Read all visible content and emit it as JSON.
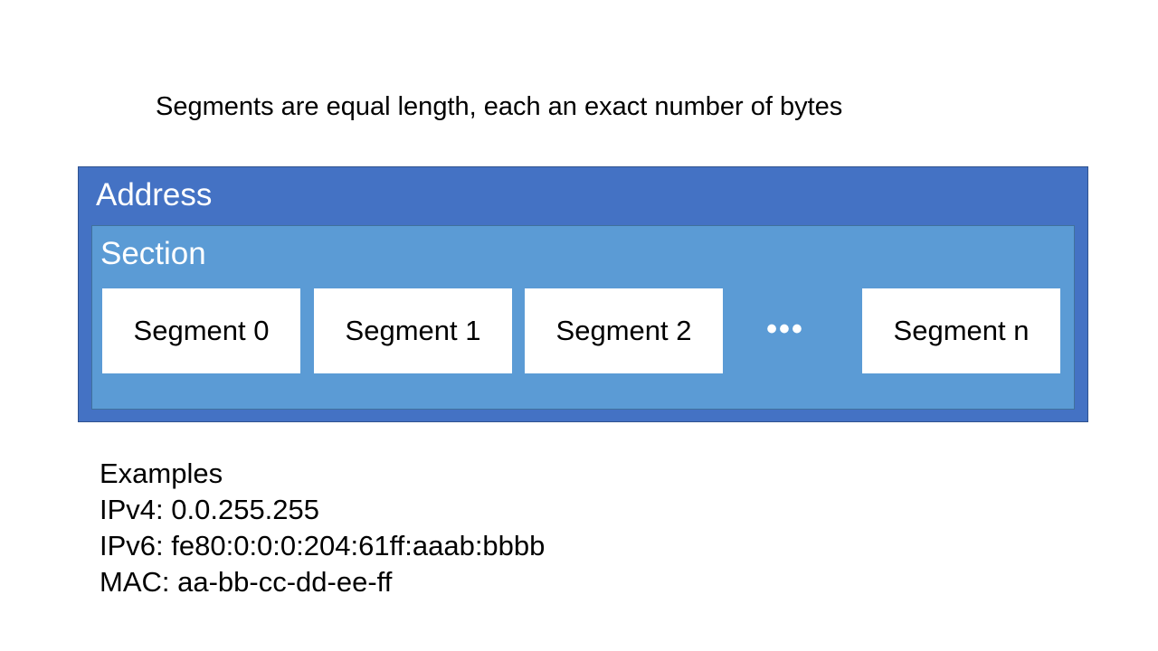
{
  "caption": "Segments are equal length, each an exact number of bytes",
  "address": {
    "label": "Address",
    "color": "#4472c4"
  },
  "section": {
    "label": "Section",
    "color": "#5b9bd5",
    "segments": [
      "Segment 0",
      "Segment 1",
      "Segment 2",
      "Segment n"
    ],
    "ellipsis": "•••"
  },
  "examples": {
    "heading": "Examples",
    "lines": [
      "IPv4: 0.0.255.255",
      "IPv6: fe80:0:0:0:204:61ff:aaab:bbbb",
      "MAC: aa-bb-cc-dd-ee-ff"
    ]
  }
}
